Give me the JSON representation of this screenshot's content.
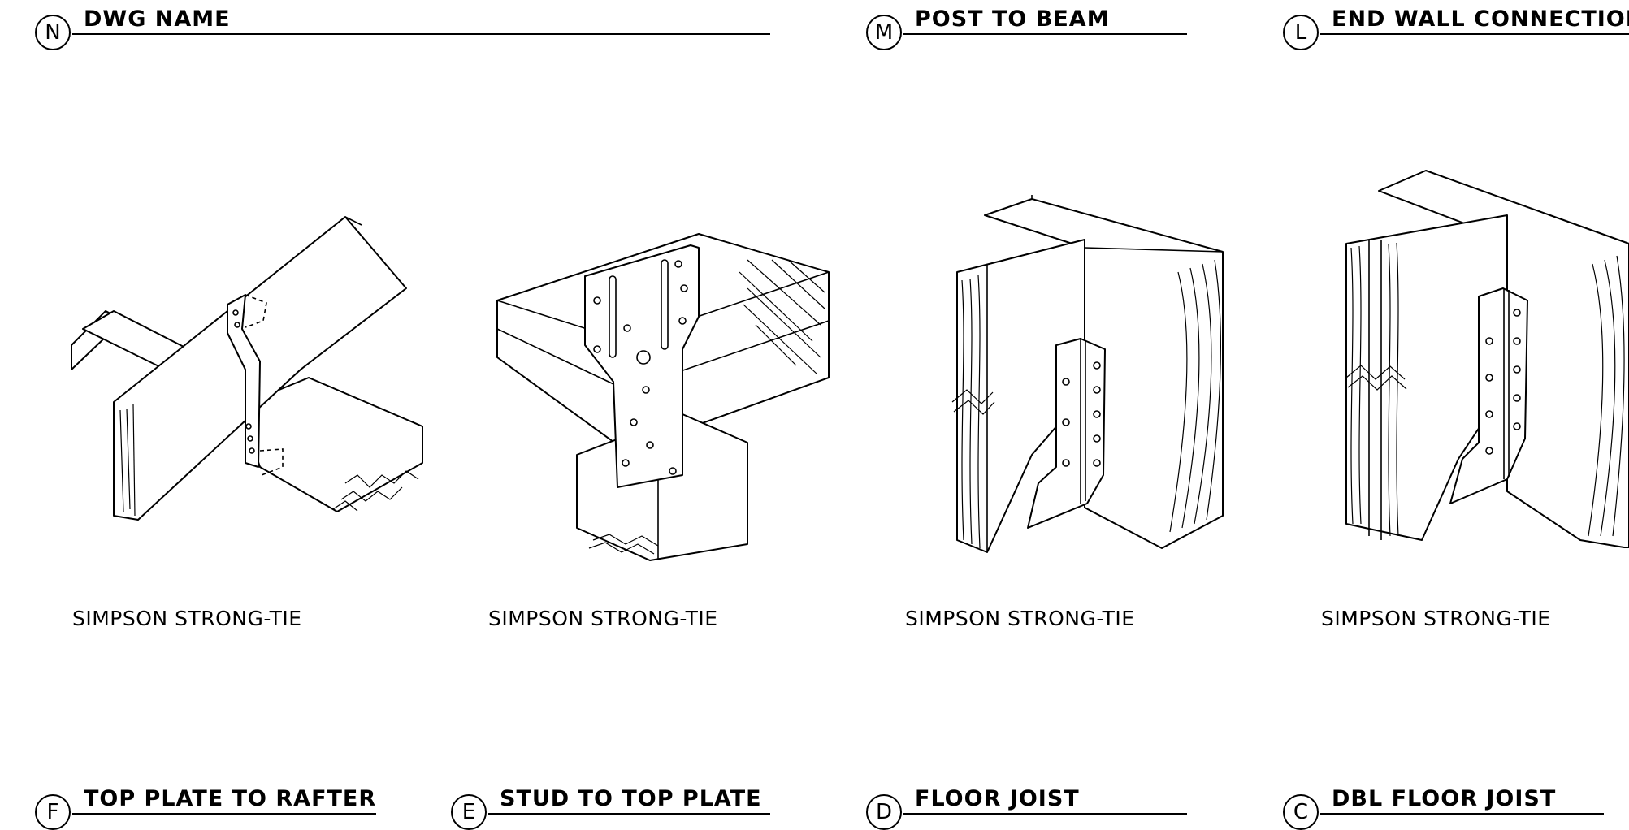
{
  "details_top": [
    {
      "letter": "N",
      "title": "DWG NAME",
      "caption": "SIMPSON STRONG-TIE"
    },
    {
      "letter": "M",
      "title": "POST TO BEAM",
      "caption": "SIMPSON STRONG-TIE"
    },
    {
      "letter": "L",
      "title": "END WALL CONNECTIONS",
      "caption": "SIMPSON STRONG-TIE"
    }
  ],
  "caption_col2": "SIMPSON STRONG-TIE",
  "details_bottom": [
    {
      "letter": "F",
      "title": "TOP PLATE TO RAFTER"
    },
    {
      "letter": "E",
      "title": "STUD TO TOP PLATE"
    },
    {
      "letter": "D",
      "title": "FLOOR JOIST"
    },
    {
      "letter": "C",
      "title": "DBL FLOOR JOIST"
    }
  ],
  "icons": {
    "drawing_1": "rafter-tie-drawing-icon",
    "drawing_2": "stud-plate-tie-drawing-icon",
    "drawing_3": "post-beam-hanger-drawing-icon",
    "drawing_4": "end-wall-hanger-drawing-icon"
  },
  "colors": {
    "line": "#000000",
    "background": "#ffffff"
  }
}
